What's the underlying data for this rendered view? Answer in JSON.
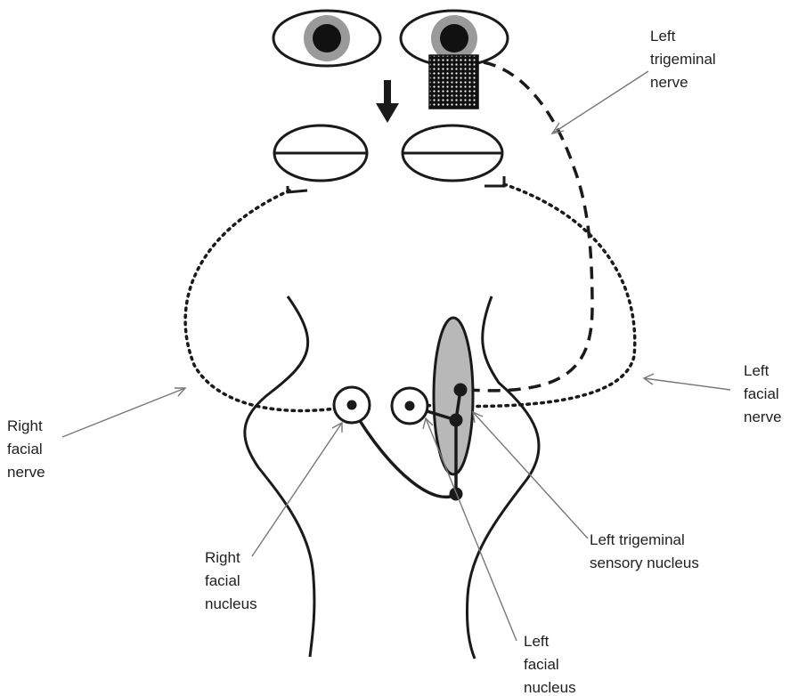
{
  "labels": {
    "left_trigeminal_nerve": [
      "Left",
      "trigeminal",
      "nerve"
    ],
    "left_facial_nerve": [
      "Left",
      "facial",
      "nerve"
    ],
    "right_facial_nerve": [
      "Right",
      "facial",
      "nerve"
    ],
    "left_trigeminal_sensory_nucleus": [
      "Left trigeminal",
      "sensory nucleus"
    ],
    "right_facial_nucleus": [
      "Right",
      "facial",
      "nucleus"
    ],
    "left_facial_nucleus": [
      "Left",
      "facial",
      "nucleus"
    ]
  },
  "colors": {
    "stroke": "#1a1a1a",
    "iris": "#9a9a9a",
    "nucleus_fill": "#b8b8b8",
    "label_arrow": "#777777"
  }
}
